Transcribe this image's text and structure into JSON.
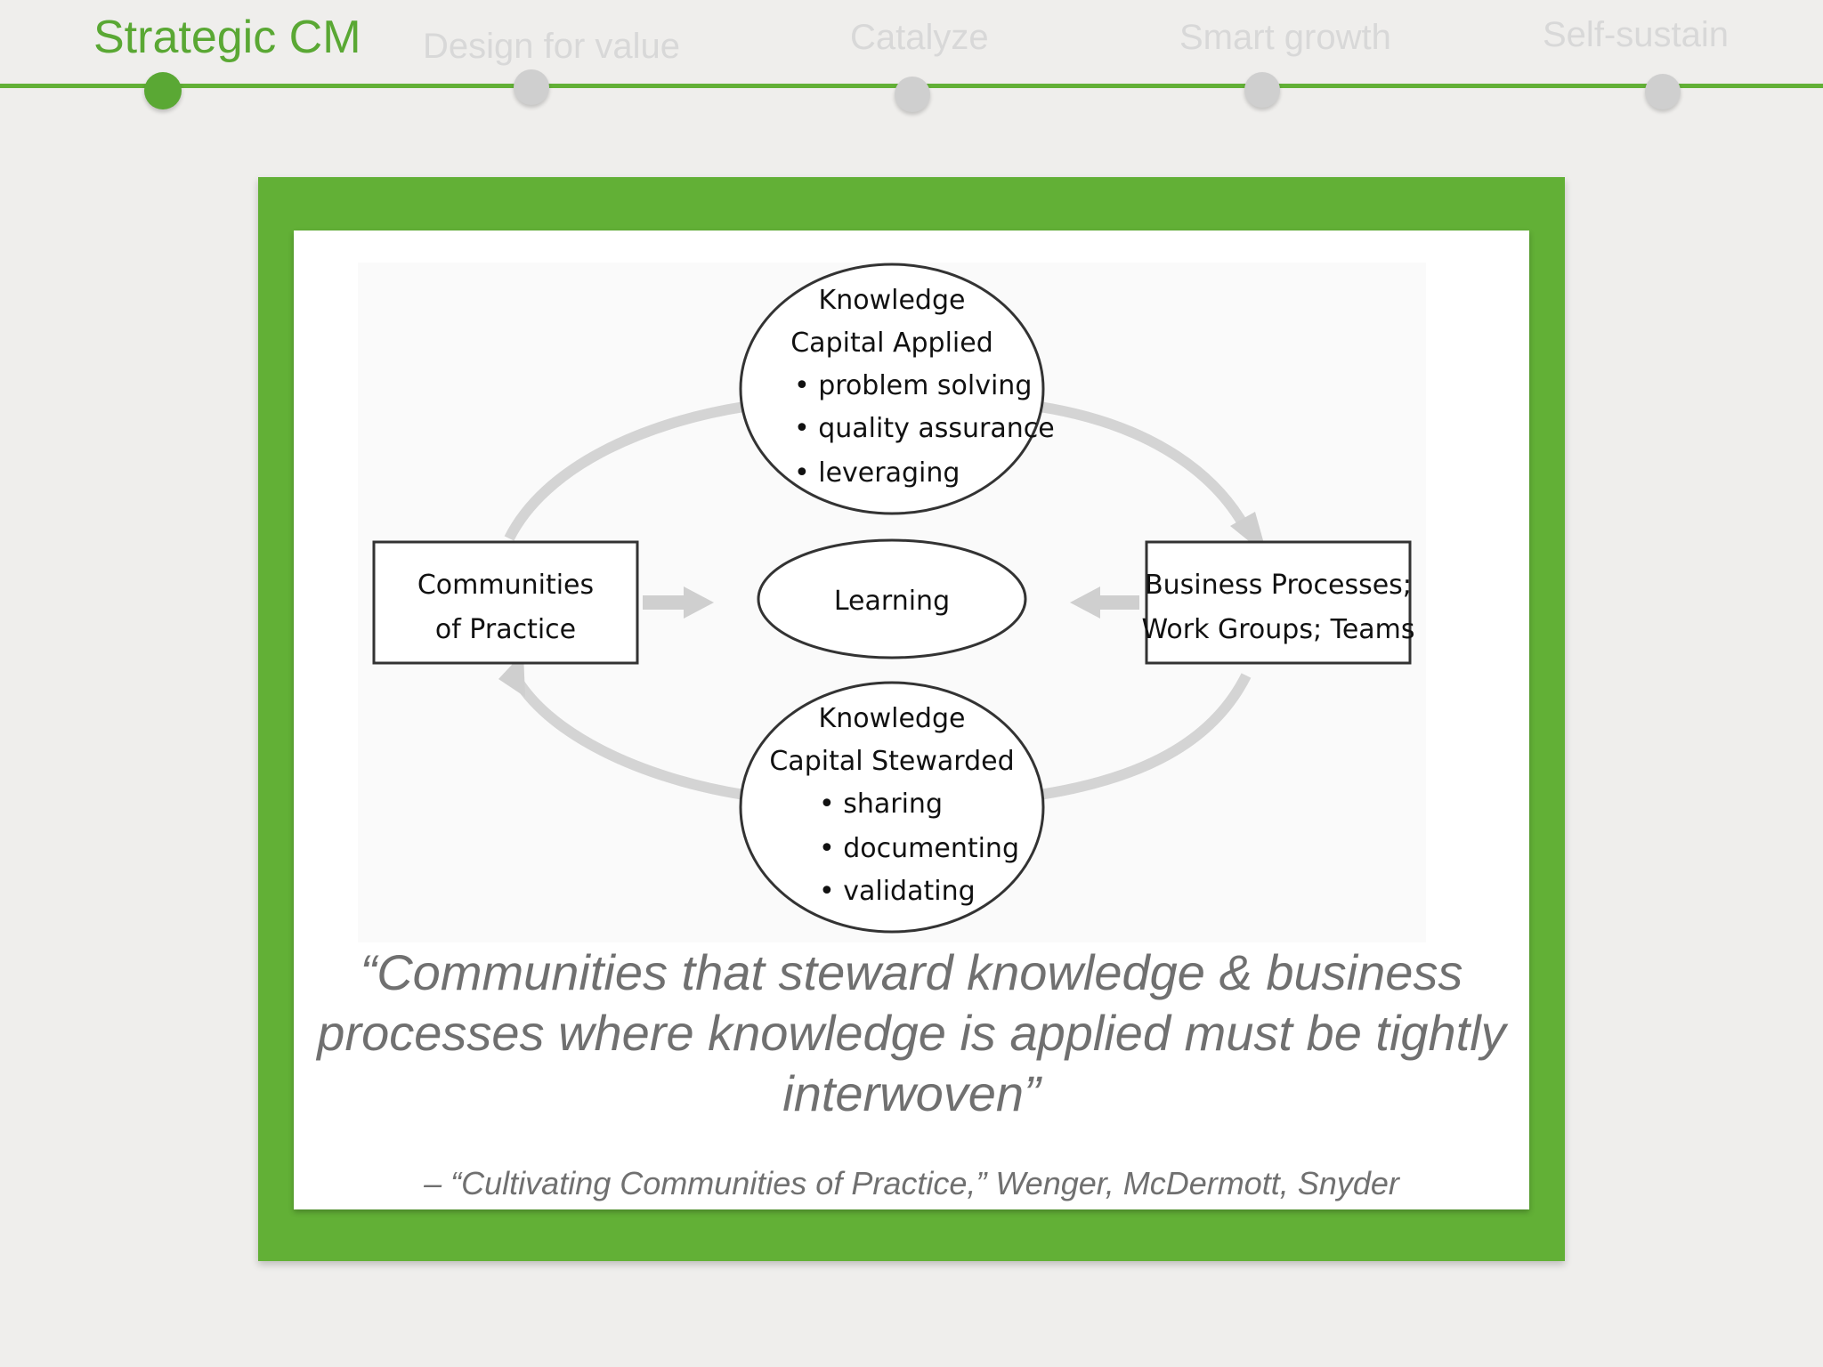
{
  "timeline": {
    "steps": [
      {
        "label": "Strategic CM",
        "active": true
      },
      {
        "label": "Design for value",
        "active": false
      },
      {
        "label": "Catalyze",
        "active": false
      },
      {
        "label": "Smart growth",
        "active": false
      },
      {
        "label": "Self-sustain",
        "active": false
      }
    ],
    "accent_color": "#62b036",
    "inactive_color": "#d8d8d8"
  },
  "diagram": {
    "top_node": {
      "lines": [
        "Knowledge",
        "Capital Applied",
        "• problem solving",
        "• quality assurance",
        "• leveraging"
      ]
    },
    "center_node": {
      "label": "Learning"
    },
    "bottom_node": {
      "lines": [
        "Knowledge",
        "Capital Stewarded",
        "• sharing",
        "• documenting",
        "• validating"
      ]
    },
    "left_node": {
      "lines": [
        "Communities",
        "of Practice"
      ]
    },
    "right_node": {
      "lines": [
        "Business Processes;",
        "Work Groups; Teams"
      ]
    }
  },
  "quote": {
    "lines": [
      "“Communities that steward knowledge & business",
      "processes where knowledge is applied must be tightly",
      "interwoven”"
    ],
    "attribution": "– “Cultivating Communities of Practice,” Wenger, McDermott, Snyder"
  }
}
